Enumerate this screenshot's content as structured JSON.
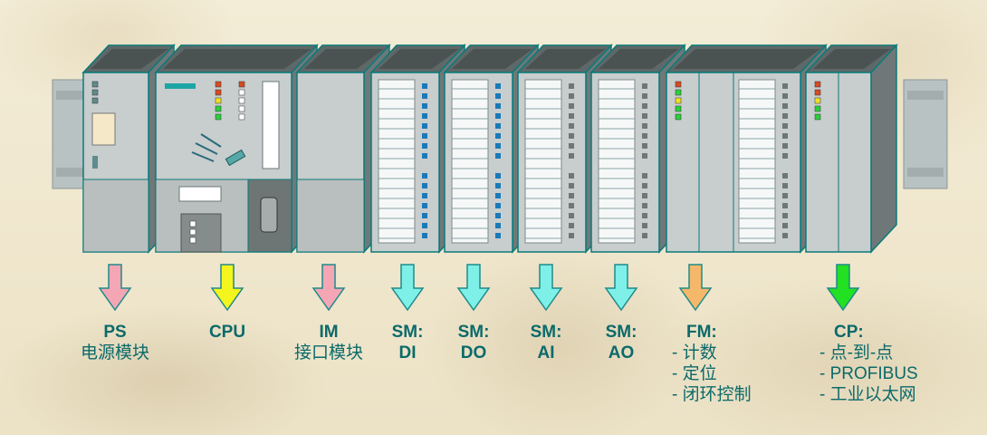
{
  "modules": [
    {
      "id": "ps",
      "title": "PS",
      "lines": [
        "电源模块"
      ],
      "arrow_color": "#f4a6b4"
    },
    {
      "id": "cpu",
      "title": "CPU",
      "lines": [],
      "arrow_color": "#f5f51e"
    },
    {
      "id": "im",
      "title": "IM",
      "lines": [
        "接口模块"
      ],
      "arrow_color": "#f4a6b4"
    },
    {
      "id": "sm-di",
      "title": "SM:",
      "lines": [
        "DI"
      ],
      "arrow_color": "#7ff0e8"
    },
    {
      "id": "sm-do",
      "title": "SM:",
      "lines": [
        "DO"
      ],
      "arrow_color": "#7ff0e8"
    },
    {
      "id": "sm-ai",
      "title": "SM:",
      "lines": [
        "AI"
      ],
      "arrow_color": "#7ff0e8"
    },
    {
      "id": "sm-ao",
      "title": "SM:",
      "lines": [
        "AO"
      ],
      "arrow_color": "#7ff0e8"
    },
    {
      "id": "fm",
      "title": "FM:",
      "lines": [
        "- 计数",
        "- 定位",
        "- 闭环控制"
      ],
      "arrow_color": "#f5b86a"
    },
    {
      "id": "cp",
      "title": "CP:",
      "lines": [
        "- 点-到-点",
        "- PROFIBUS",
        "- 工业以太网"
      ],
      "arrow_color": "#22e022"
    }
  ],
  "colors": {
    "module_body": "#c8cdcd",
    "module_top": "#5f6868",
    "outline": "#0a7a7a",
    "label_text": "#0b6a6a",
    "led_green": "#27d23a",
    "led_yellow": "#f0e020",
    "led_red": "#d84a20"
  }
}
